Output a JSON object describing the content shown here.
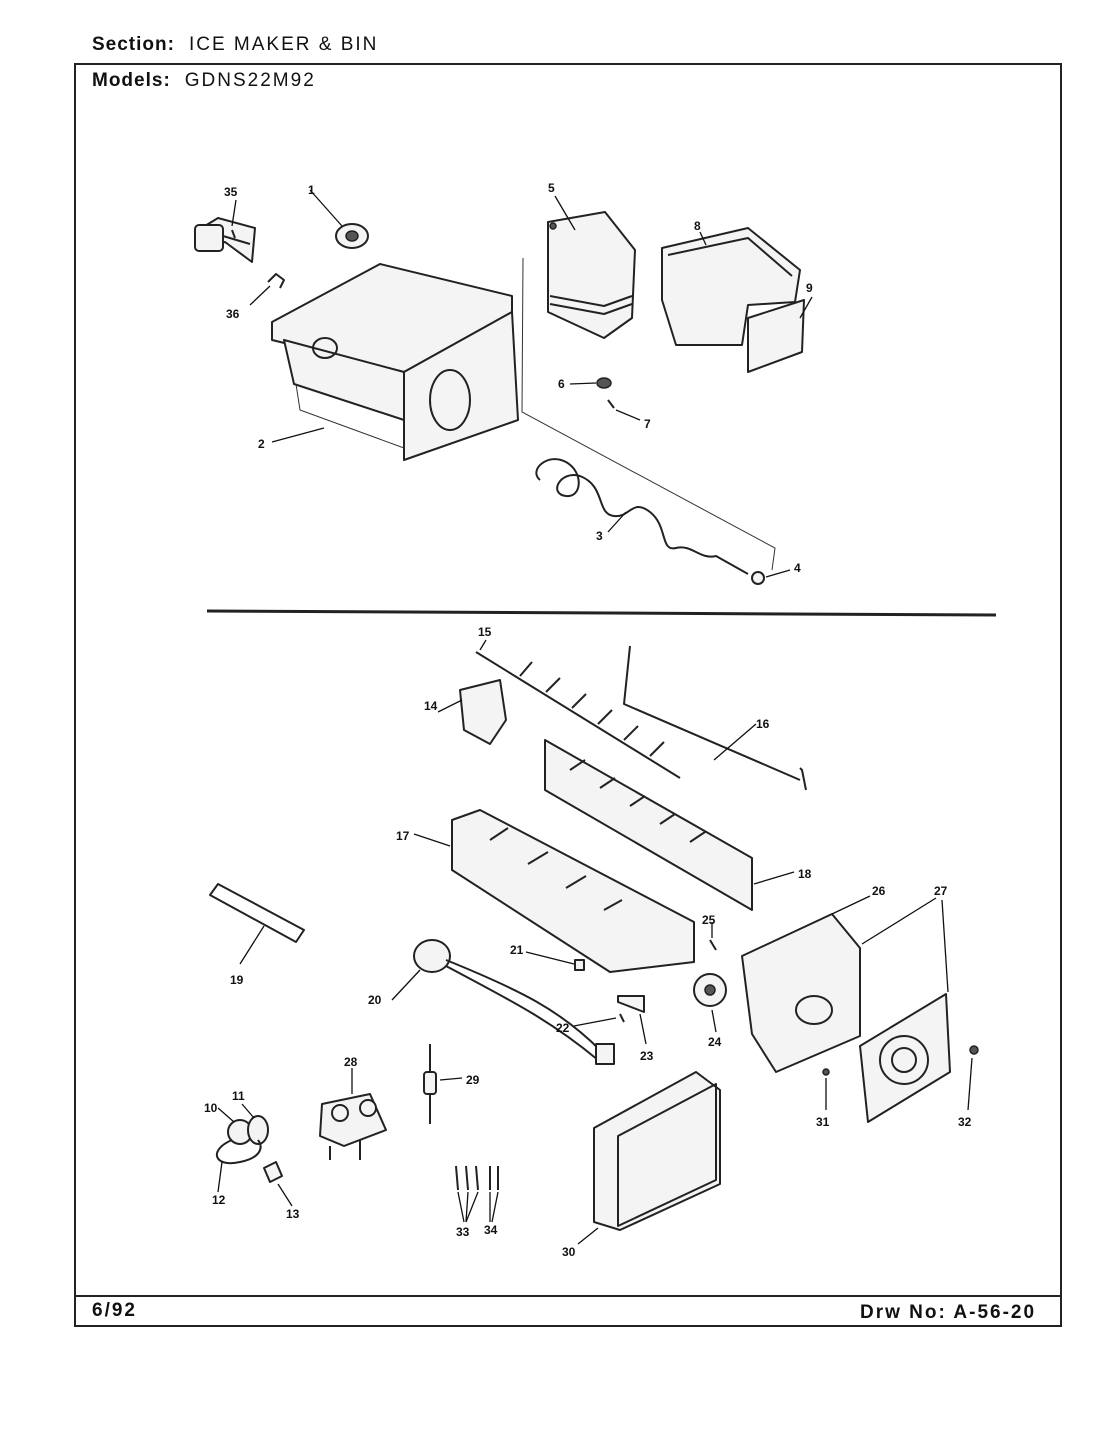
{
  "header": {
    "section_label": "Section:",
    "section_value": "ICE MAKER & BIN",
    "models_label": "Models:",
    "models_value": "GDNS22M92"
  },
  "footer": {
    "date": "6/92",
    "drawing_number": "Drw No: A-56-20"
  },
  "callouts": [
    "1",
    "2",
    "3",
    "4",
    "5",
    "6",
    "7",
    "8",
    "9",
    "10",
    "11",
    "12",
    "13",
    "14",
    "15",
    "16",
    "17",
    "18",
    "19",
    "20",
    "21",
    "22",
    "23",
    "24",
    "25",
    "26",
    "27",
    "28",
    "29",
    "30",
    "31",
    "32",
    "33",
    "34",
    "35",
    "36"
  ]
}
